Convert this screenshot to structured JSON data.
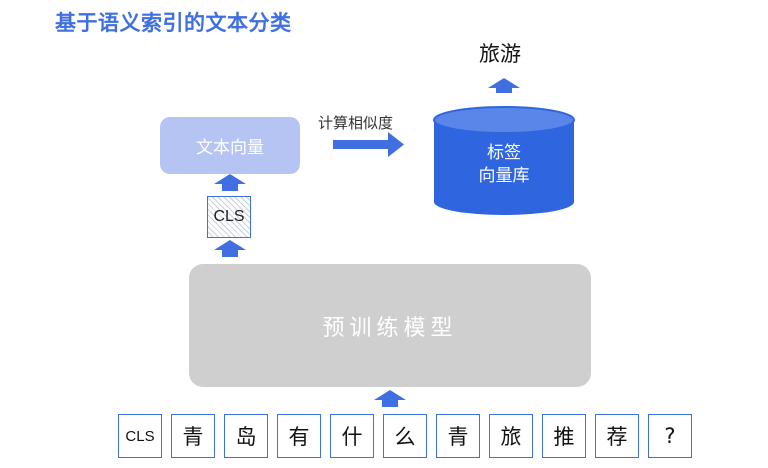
{
  "title": "基于语义索引的文本分类",
  "output_label": "旅游",
  "vector_box_label": "文本向量",
  "cls_label": "CLS",
  "similarity_label": "计算相似度",
  "label_db_lines": [
    "标签",
    "向量库"
  ],
  "model_label": "预训练模型",
  "input_tokens": [
    "CLS",
    "青",
    "岛",
    "有",
    "什",
    "么",
    "青",
    "旅",
    "推",
    "荐",
    "?"
  ],
  "colors": {
    "accent": "#3f6fe0",
    "vector_box": "#b6c4f3",
    "model_box": "#cfcfcf",
    "database": "#2f66e0"
  }
}
